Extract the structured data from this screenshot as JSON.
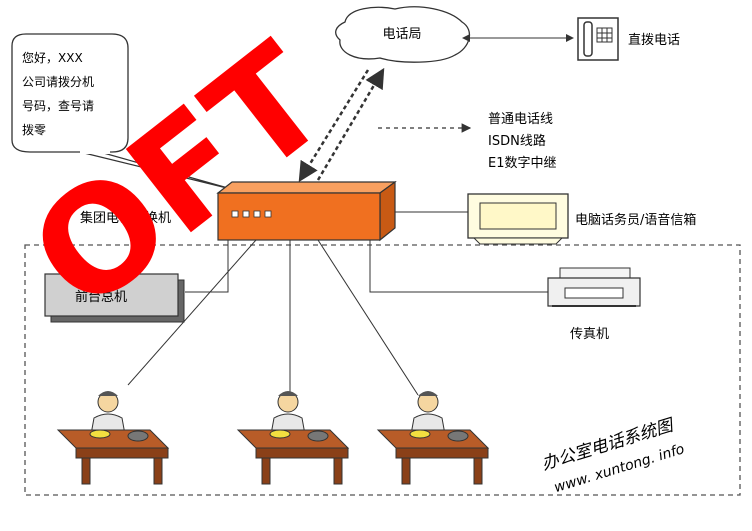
{
  "telecom_office": "电话局",
  "direct_phone": "直拨电话",
  "speech_bubble": {
    "lines": [
      "您好，XXX",
      "公司请拨分机",
      "号码，查号请",
      "拨零"
    ]
  },
  "legend": {
    "items": [
      "普通电话线",
      "ISDN线路",
      "E1数字中继"
    ]
  },
  "pbx_label": "集团电话交换机",
  "voicemail_label": "电脑话务员/语音信箱",
  "console_label": "前台总机",
  "fax_label": "传真机",
  "watermark": {
    "title": "办公室电话系统图",
    "url": "www. xuntong. info",
    "overlay_text": "OFT"
  },
  "colors": {
    "pbx": "#f07020",
    "overlay": "#ff0000",
    "desk": "#b85c28",
    "line": "#333333"
  }
}
